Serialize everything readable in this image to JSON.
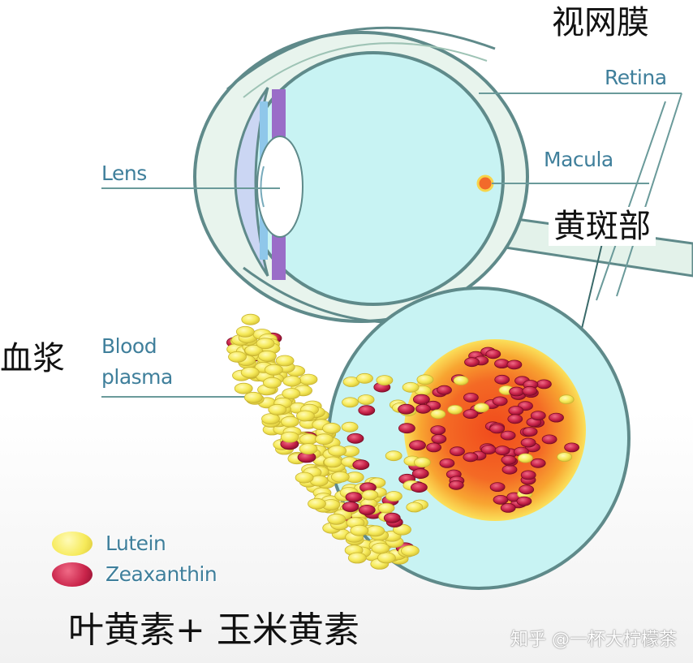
{
  "labels": {
    "retina_cn": "视网膜",
    "retina_en": "Retina",
    "macula_en": "Macula",
    "macula_cn": "黄斑部",
    "lens_en": "Lens",
    "plasma_cn": "血浆",
    "plasma_en_line1": "Blood",
    "plasma_en_line2": "plasma"
  },
  "legend": {
    "lutein": "Lutein",
    "zeaxanthin": "Zeaxanthin"
  },
  "caption": "叶黄素+ 玉米黄素",
  "watermark": "知乎 @一杯大柠檬茶",
  "colors": {
    "eye_fill": "#c8f3f3",
    "eye_outline": "#5f8a8a",
    "sclera": "#eaf5ee",
    "lutein": "#f6ea5a",
    "zeaxanthin": "#c9244a",
    "macula_core": "#f3702a",
    "label_blue": "#3f7f9b"
  }
}
